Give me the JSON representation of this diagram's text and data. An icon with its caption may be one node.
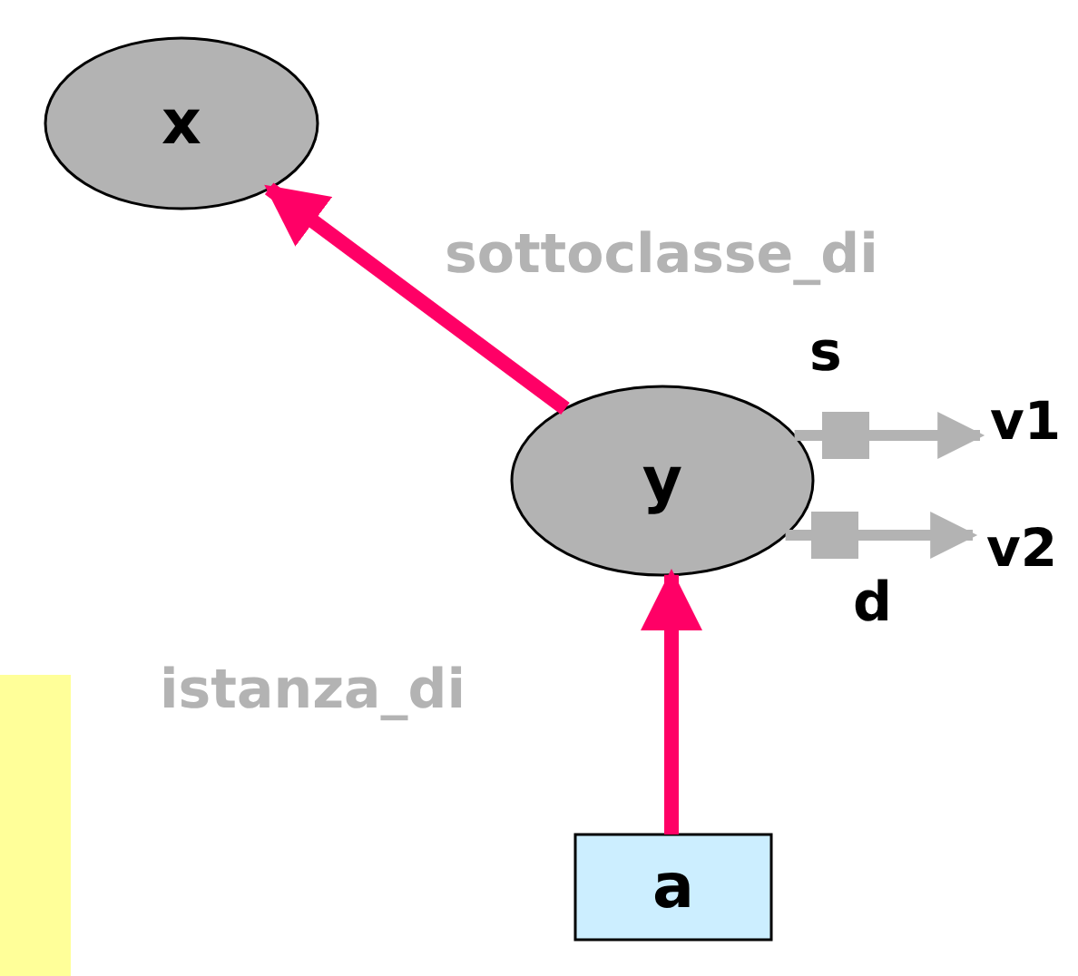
{
  "diagram": {
    "nodes": [
      {
        "text": [
          "x"
        ]
      },
      {
        "text": [
          "y"
        ]
      },
      {
        "text": [
          "a"
        ]
      },
      {
        "text": [
          "v1"
        ]
      },
      {
        "text": [
          "v2"
        ]
      }
    ],
    "edges": [
      {
        "from": 1,
        "to": 0,
        "arrow": "to",
        "label": "sottoclasse_di"
      },
      {
        "from": 2,
        "to": 1,
        "arrow": "to",
        "label": "istanza_di"
      },
      {
        "from": 1,
        "to": 3,
        "arrow": "to",
        "label": "s",
        "color": "#b3b3b3"
      },
      {
        "from": 1,
        "to": 4,
        "arrow": "to",
        "label": "d",
        "color": "#b3b3b3"
      }
    ]
  }
}
